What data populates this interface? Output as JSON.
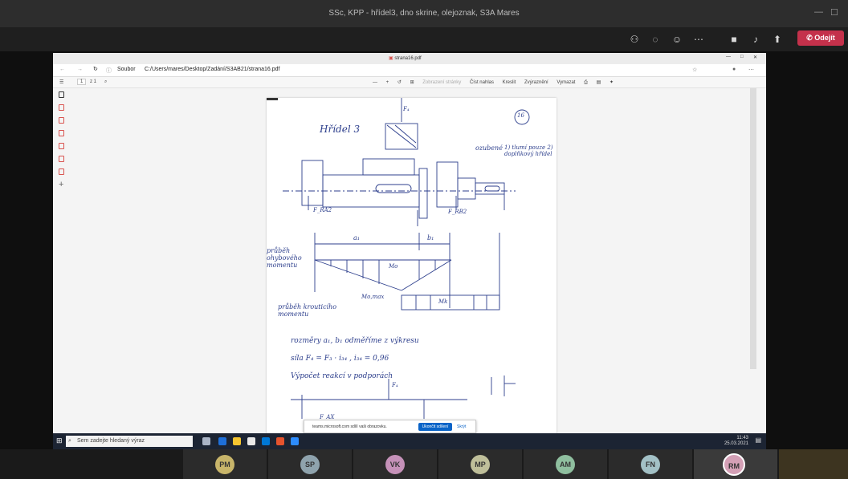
{
  "window": {
    "title": "SSc, KPP - hřídel3, dno skrine, olejoznak, S3A Mares"
  },
  "meeting": {
    "leave_label": "Odejít",
    "icons": [
      "participants-icon",
      "chat-icon",
      "reactions-icon",
      "more-icon",
      "camera-icon",
      "mic-icon",
      "share-icon"
    ]
  },
  "browser": {
    "tab_title": "strana16.pdf",
    "address_prefix": "Soubor",
    "address": "C:/Users/mares/Desktop/Zadání/S3AB21/strana16.pdf",
    "page_current": "1",
    "page_total": "z 1",
    "toolbar_items": [
      "Zobrazení stránky",
      "Číst nahlas",
      "Kreslit",
      "Zvýraznění",
      "Vymazat"
    ]
  },
  "sketch": {
    "title": "Hřídel 3",
    "page_number": "16",
    "labels": {
      "force_top": "F₄",
      "gear": "ozubené",
      "note": "1) tlumí pouze 2) doplňkový hřídel",
      "rax": "F_RA2",
      "rbx": "F_RB2",
      "dim_a": "a₁",
      "dim_b": "b₁",
      "bending_label": "průběh ohybového momentu",
      "mo_label": "Mo",
      "momax_label": "Mo,max",
      "torque_label": "průběh krouticího momentu",
      "mk_label": "Mk",
      "line1": "rozměry a₁, b₁ odměříme z výkresu",
      "line2": "síla F₄ = F₃ · i₃₄ ,  i₃₄ = 0,96",
      "line3": "Výpočet reakcí v podporách",
      "fax_label": "F_AX",
      "f4_bottom": "F₄"
    }
  },
  "notification": {
    "text": "teams.microsoft.com sdílí vaši obrazovku.",
    "stop_label": "Ukončit sdílení",
    "hide_label": "Skrýt"
  },
  "taskbar": {
    "search_placeholder": "Sem zadejte hledaný výraz",
    "time": "11:43",
    "date": "25.03.2021"
  },
  "participants": [
    {
      "initials": "PM",
      "color": "#c8b56a"
    },
    {
      "initials": "SP",
      "color": "#8fa3ad"
    },
    {
      "initials": "VK",
      "color": "#c591b8"
    },
    {
      "initials": "MP",
      "color": "#bfbf9a"
    },
    {
      "initials": "AM",
      "color": "#8fbf9f"
    },
    {
      "initials": "FN",
      "color": "#a3c1c6"
    },
    {
      "initials": "RM",
      "color": "#d4a0b6"
    }
  ]
}
